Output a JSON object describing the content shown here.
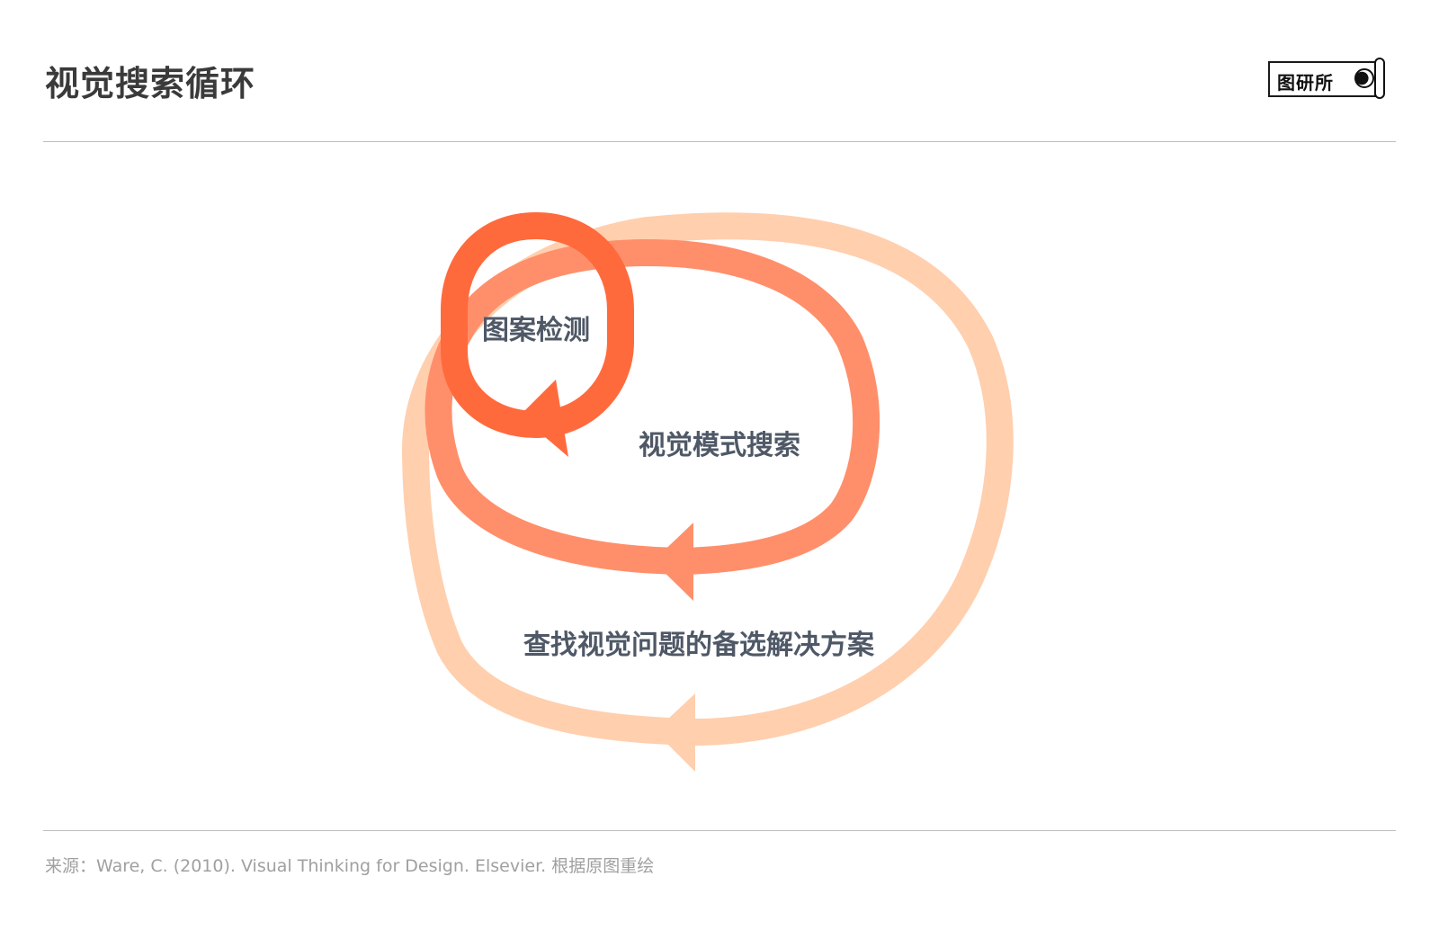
{
  "header": {
    "title": "视觉搜索循环",
    "logo_text": "图研所"
  },
  "diagram": {
    "loops": [
      {
        "label": "图案检测",
        "color": "#ff6a3d"
      },
      {
        "label": "视觉模式搜索",
        "color": "#ff8f6a"
      },
      {
        "label": "查找视觉问题的备选解决方案",
        "color": "#ffcfae"
      }
    ],
    "label_color": "#4f5866"
  },
  "footer": {
    "source": "来源：Ware, C. (2010). Visual Thinking for Design. Elsevier. 根据原图重绘"
  }
}
